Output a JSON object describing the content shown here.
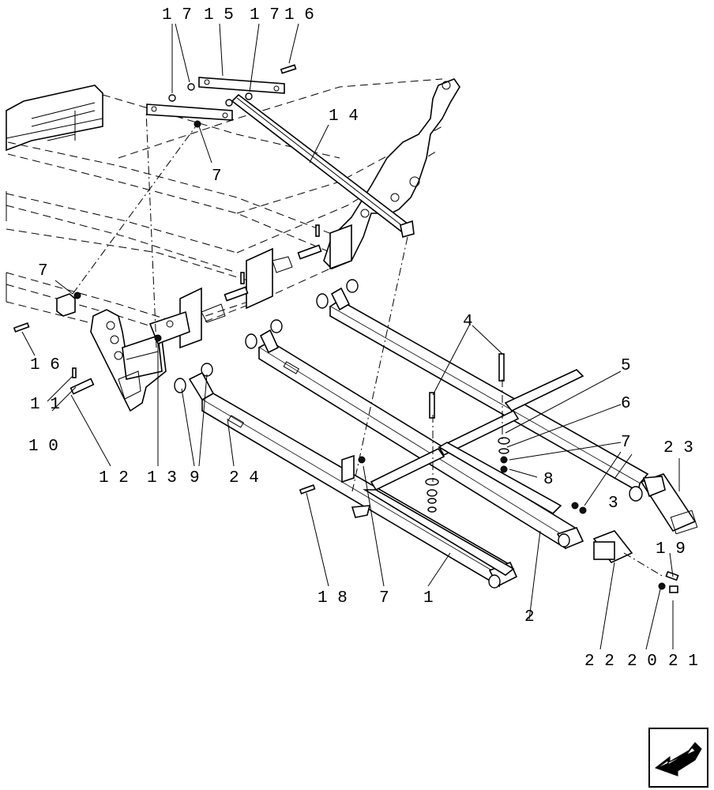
{
  "labels": {
    "l1": "1",
    "l2": "2",
    "l3": "3",
    "l4": "4",
    "l5": "5",
    "l6": "6",
    "l7": "7",
    "l8": "8",
    "l9": "9",
    "l10": "1 0",
    "l11": "1 1",
    "l12": "1 2",
    "l13": "1 3",
    "l14": "1 4",
    "l15": "1 5",
    "l16": "1 6",
    "l17": "1 7",
    "l18": "1 8",
    "l19": "1 9",
    "l20": "2 0",
    "l21": "2 1",
    "l22": "2 2",
    "l23": "2 3",
    "l24": "2 4"
  },
  "icons": {
    "nav": "arrow-return-icon"
  }
}
